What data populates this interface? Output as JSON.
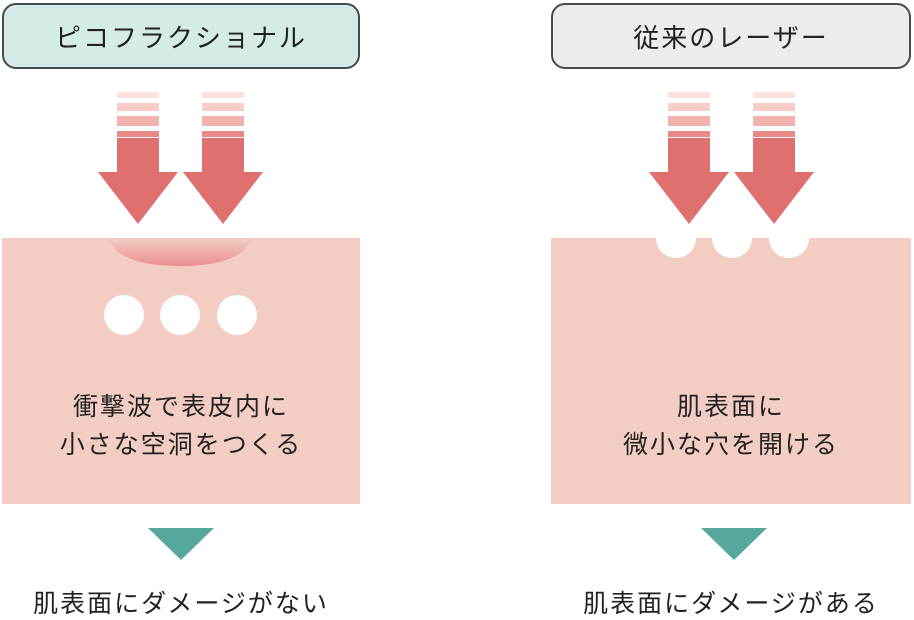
{
  "left": {
    "tag": "ピコフラクショナル",
    "panel_line1": "衝撃波で表皮内に",
    "panel_line2": "小さな空洞をつくる",
    "result": "肌表面にダメージがない"
  },
  "right": {
    "tag": "従来のレーザー",
    "panel_line1": "肌表面に",
    "panel_line2": "微小な穴を開ける",
    "result": "肌表面にダメージがある"
  },
  "colors": {
    "left_tag_bg": "#d4ebe8",
    "right_tag_bg": "#ececec",
    "skin": "#f3cdc4",
    "arrow": "#e0706f",
    "arrow_stripe": "#f2b3ae",
    "triangle": "#55a89b",
    "hole": "#ffffff",
    "shockwave": "#ea8f90"
  }
}
